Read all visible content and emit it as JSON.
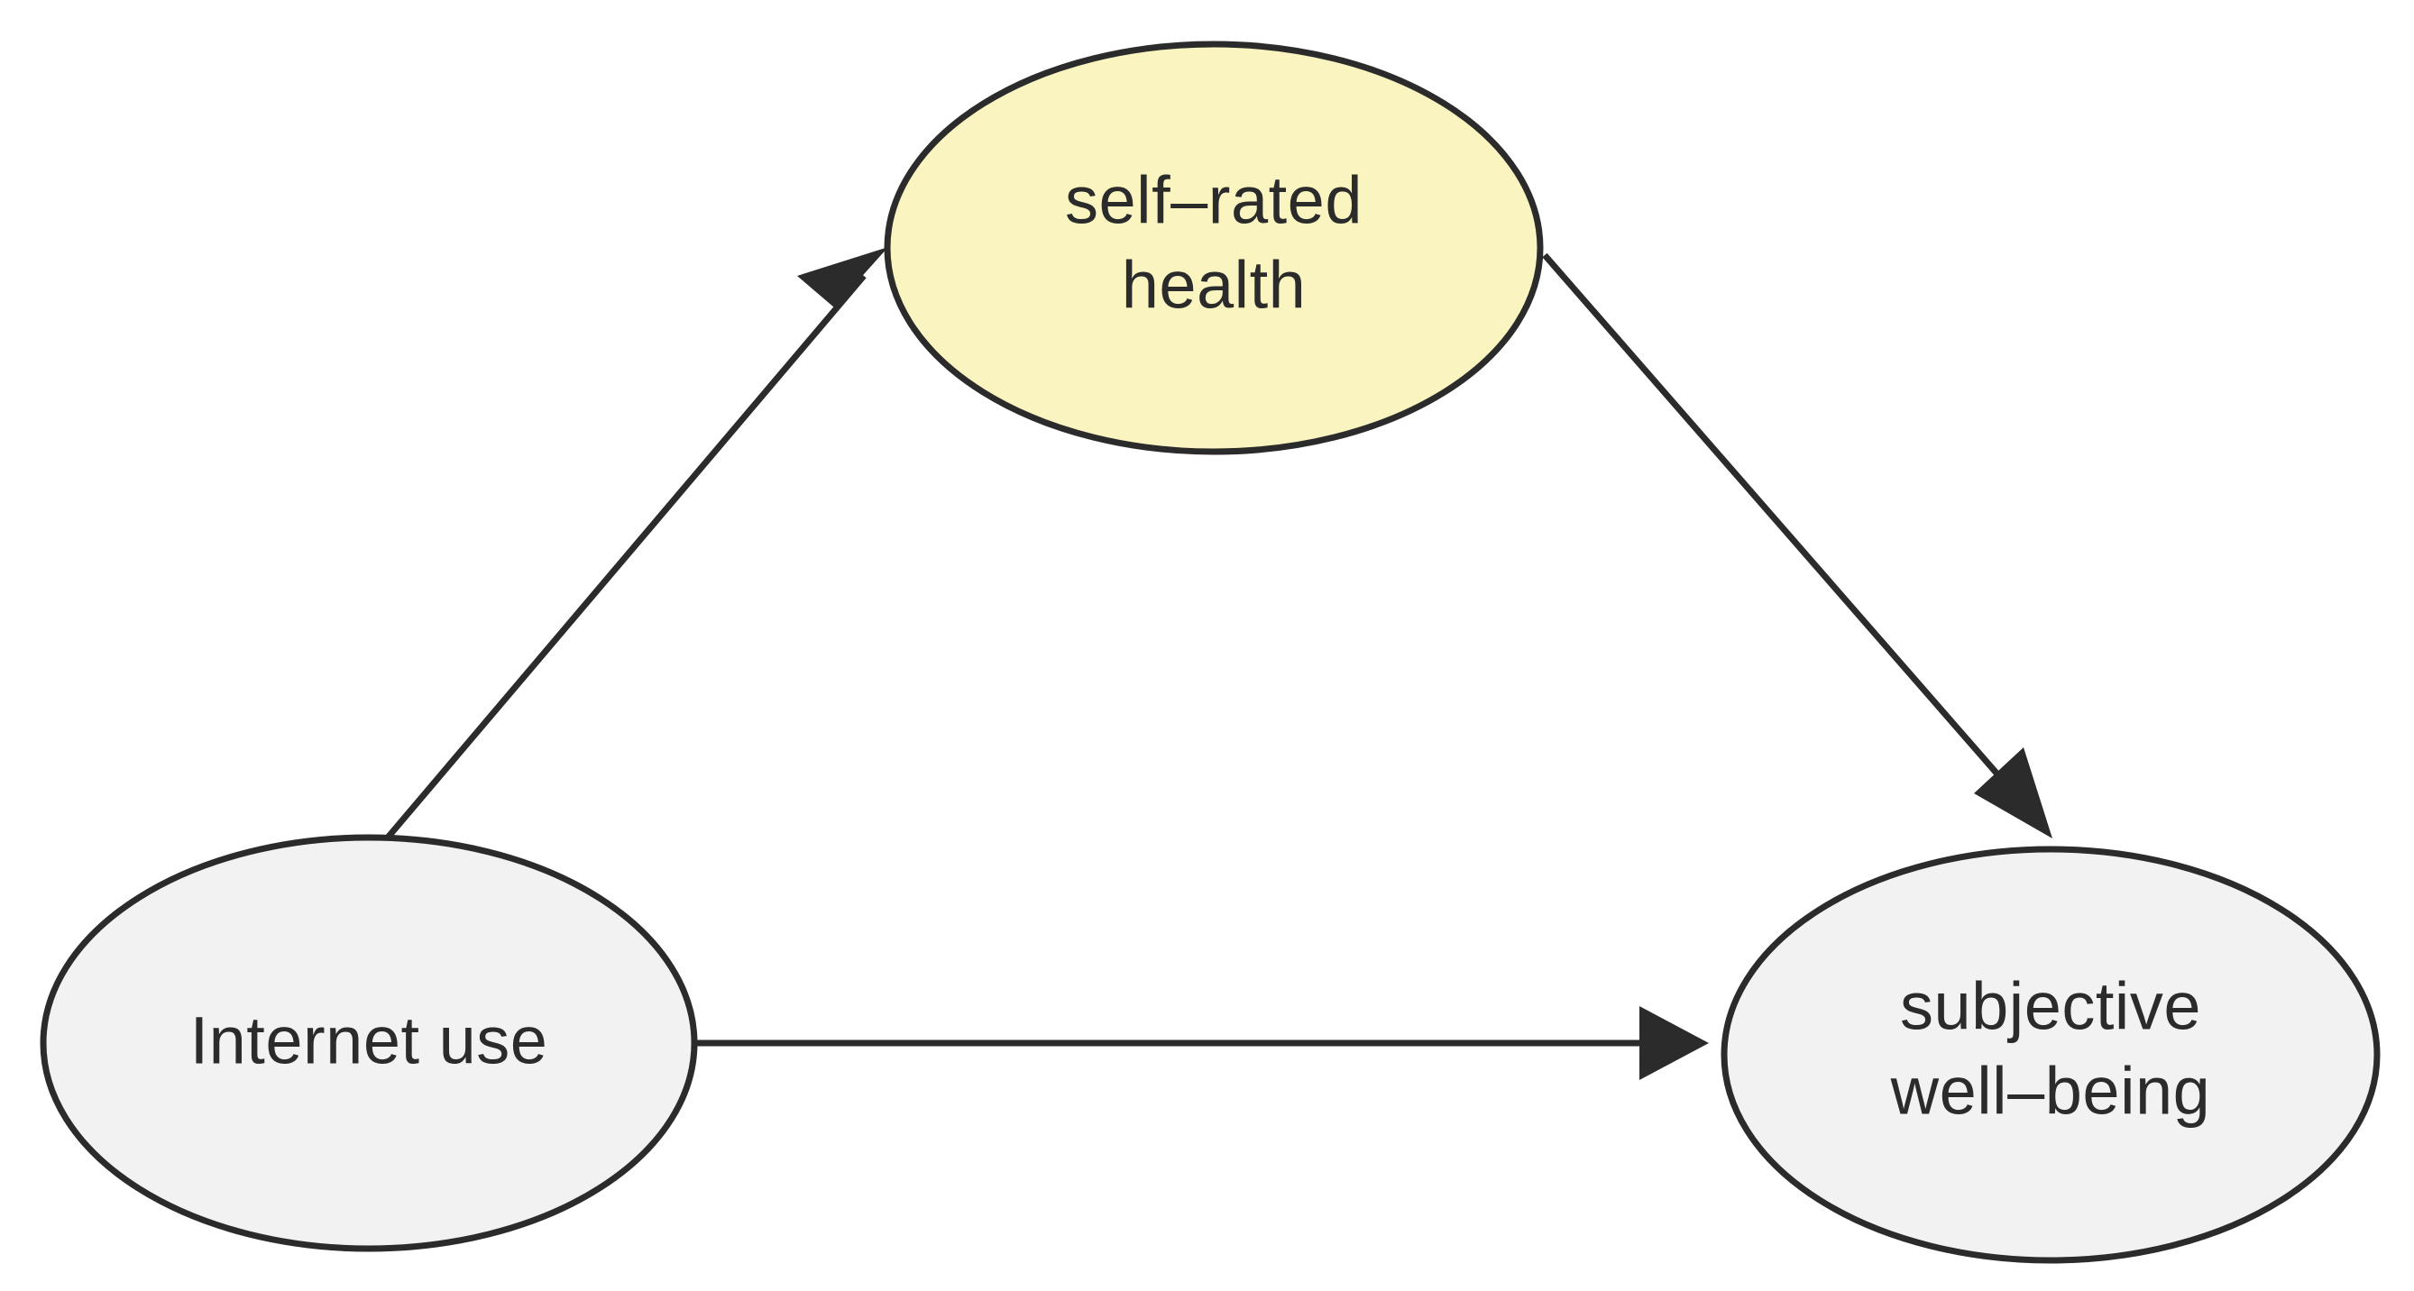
{
  "diagram": {
    "type": "path-diagram",
    "title": "",
    "background_color": "#ffffff",
    "stroke_color": "#2b2b2b",
    "text_color": "#2b2b2b",
    "nodes": [
      {
        "id": "internet-use",
        "label_line1": "Internet use",
        "label_line2": "",
        "shape": "ellipse",
        "fill_color": "#f2f2f2",
        "role": "predictor"
      },
      {
        "id": "self-rated-health",
        "label_line1": "self–rated",
        "label_line2": "health",
        "shape": "ellipse",
        "fill_color": "#faf4c0",
        "role": "mediator"
      },
      {
        "id": "subjective-well-being",
        "label_line1": "subjective",
        "label_line2": "well–being",
        "shape": "ellipse",
        "fill_color": "#f2f2f2",
        "role": "outcome"
      }
    ],
    "edges": [
      {
        "id": "edge-a",
        "from": "internet-use",
        "to": "self-rated-health",
        "label": "",
        "arrowhead": "filled-triangle",
        "style": "solid"
      },
      {
        "id": "edge-b",
        "from": "self-rated-health",
        "to": "subjective-well-being",
        "label": "",
        "arrowhead": "filled-triangle",
        "style": "solid"
      },
      {
        "id": "edge-c",
        "from": "internet-use",
        "to": "subjective-well-being",
        "label": "",
        "arrowhead": "filled-triangle",
        "style": "solid"
      }
    ]
  }
}
